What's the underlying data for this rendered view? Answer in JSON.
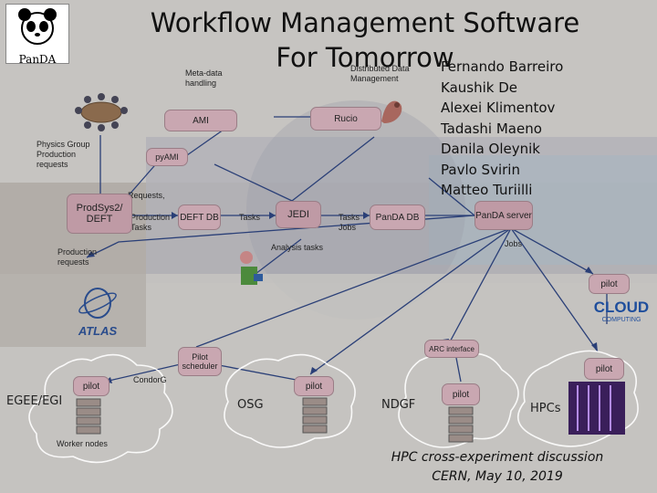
{
  "title": "Workflow Management Software For Tomorrow",
  "authors": [
    "Fernando Barreiro",
    "Kaushik De",
    "Alexei Klimentov",
    "Tadashi Maeno",
    "Danila Oleynik",
    "Pavlo Svirin",
    "Matteo Turiilli"
  ],
  "logo": {
    "text": "PanDA"
  },
  "labels": {
    "meta_data": "Meta-data handling",
    "distributed_data": "Distributed Data Management",
    "physics_group": "Physics Group Production requests",
    "requests": "Requests,",
    "production_tasks": "Production Tasks",
    "tasks_left": "Tasks",
    "tasks_jobs": "Tasks Jobs",
    "jobs": "Jobs",
    "analysis_tasks": "Analysis tasks",
    "production_requests": "Production requests",
    "condorg": "CondorG",
    "worker_nodes": "Worker nodes",
    "arc_interface": "ARC interface",
    "atlas": "ATLAS",
    "cloud": "CLOUD",
    "computing": "COMPUTING"
  },
  "boxes": {
    "ami": "AMI",
    "rucio": "Rucio",
    "pyami": "pyAMI",
    "prodsys2": "ProdSys2/ DEFT",
    "deft_db": "DEFT DB",
    "jedi": "JEDI",
    "panda_db": "PanDA DB",
    "panda_server": "PanDA server",
    "pilot_cloud": "pilot",
    "pilot_egee": "pilot",
    "pilot_scheduler": "Pilot scheduler",
    "pilot_osg": "pilot",
    "pilot_ndgf": "pilot",
    "pilot_hpc": "pilot"
  },
  "grids": {
    "egee": "EGEE/EGI",
    "osg": "OSG",
    "ndgf": "NDGF",
    "hpcs": "HPCs"
  },
  "footer": [
    "HPC cross-experiment discussion",
    "CERN, May 10, 2019"
  ]
}
